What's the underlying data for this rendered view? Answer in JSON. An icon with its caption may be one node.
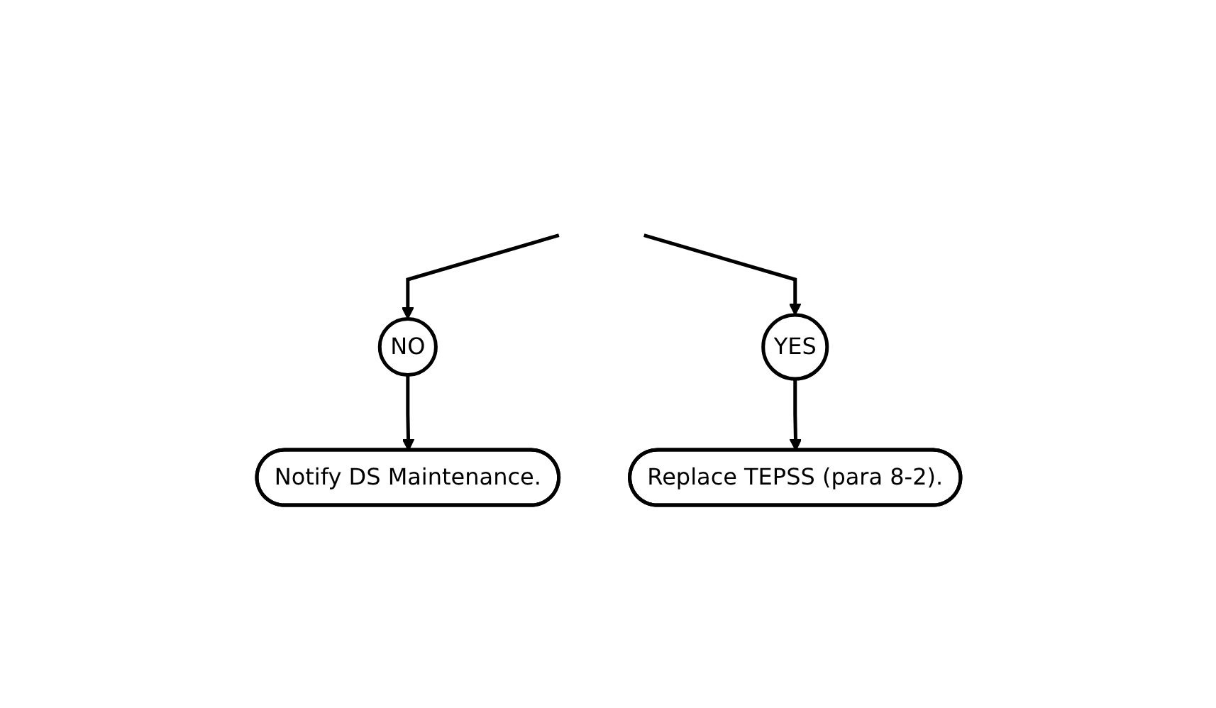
{
  "diagram": {
    "nodes": [
      {
        "text": [
          "NO"
        ]
      },
      {
        "text": [
          "YES"
        ]
      },
      {
        "text": [
          "Notify DS Maintenance."
        ]
      },
      {
        "text": [
          "Replace TEPSS (para 8-2)."
        ]
      }
    ],
    "edges": [
      {
        "from": null,
        "to": 0,
        "arrow": "to"
      },
      {
        "from": null,
        "to": 1,
        "arrow": "to"
      },
      {
        "from": 0,
        "to": 2,
        "arrow": "to"
      },
      {
        "from": 1,
        "to": 3,
        "arrow": "to"
      }
    ]
  }
}
